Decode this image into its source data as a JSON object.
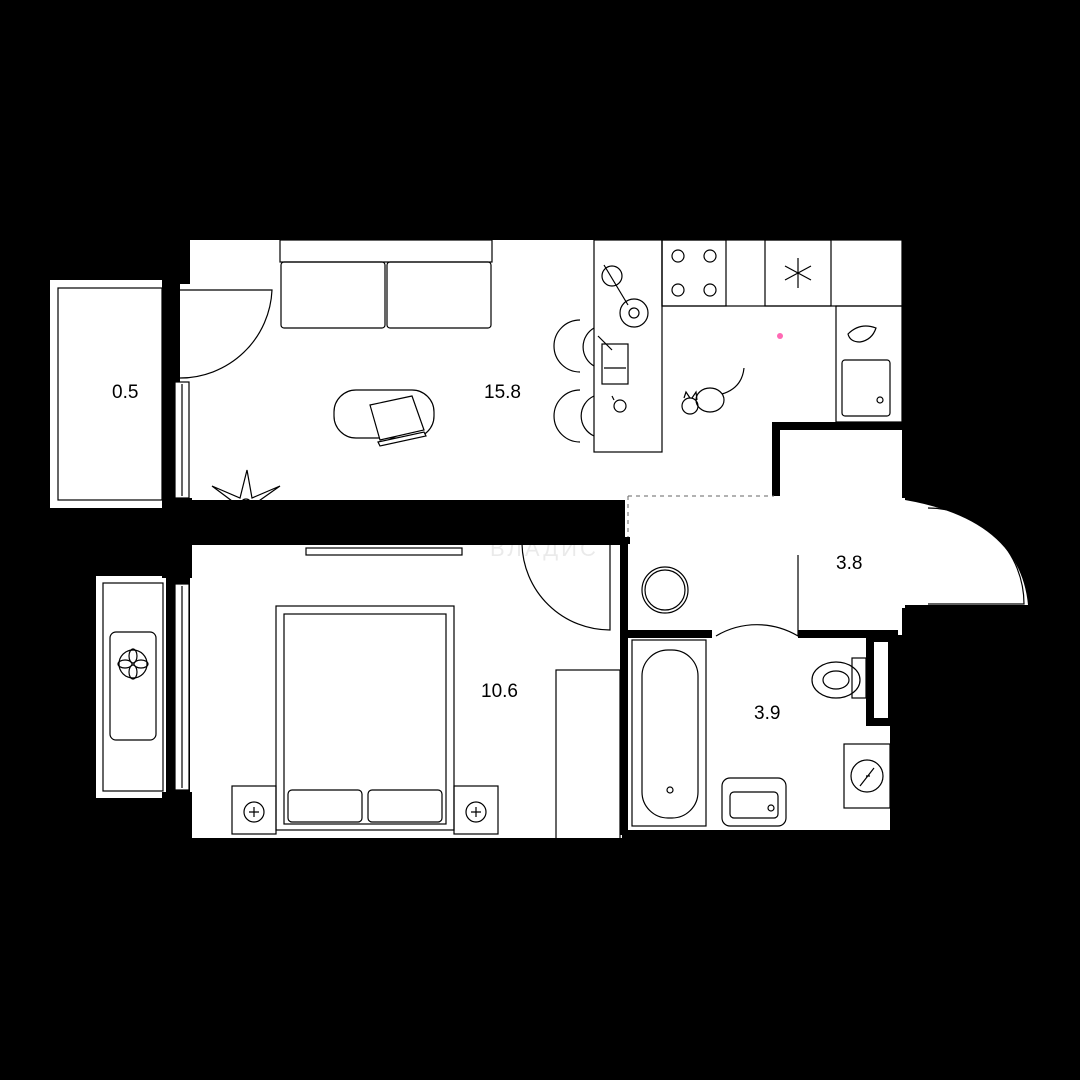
{
  "rooms": {
    "balcony_area": "0.5",
    "living_kitchen_area": "15.8",
    "bedroom_area": "10.6",
    "hallway_area": "3.8",
    "bathroom_area": "3.9"
  },
  "watermark": "ВЛАДИС",
  "colors": {
    "background": "#000000",
    "floor": "#ffffff",
    "walls": "#000000",
    "accent_dot": "#ff69b4"
  }
}
